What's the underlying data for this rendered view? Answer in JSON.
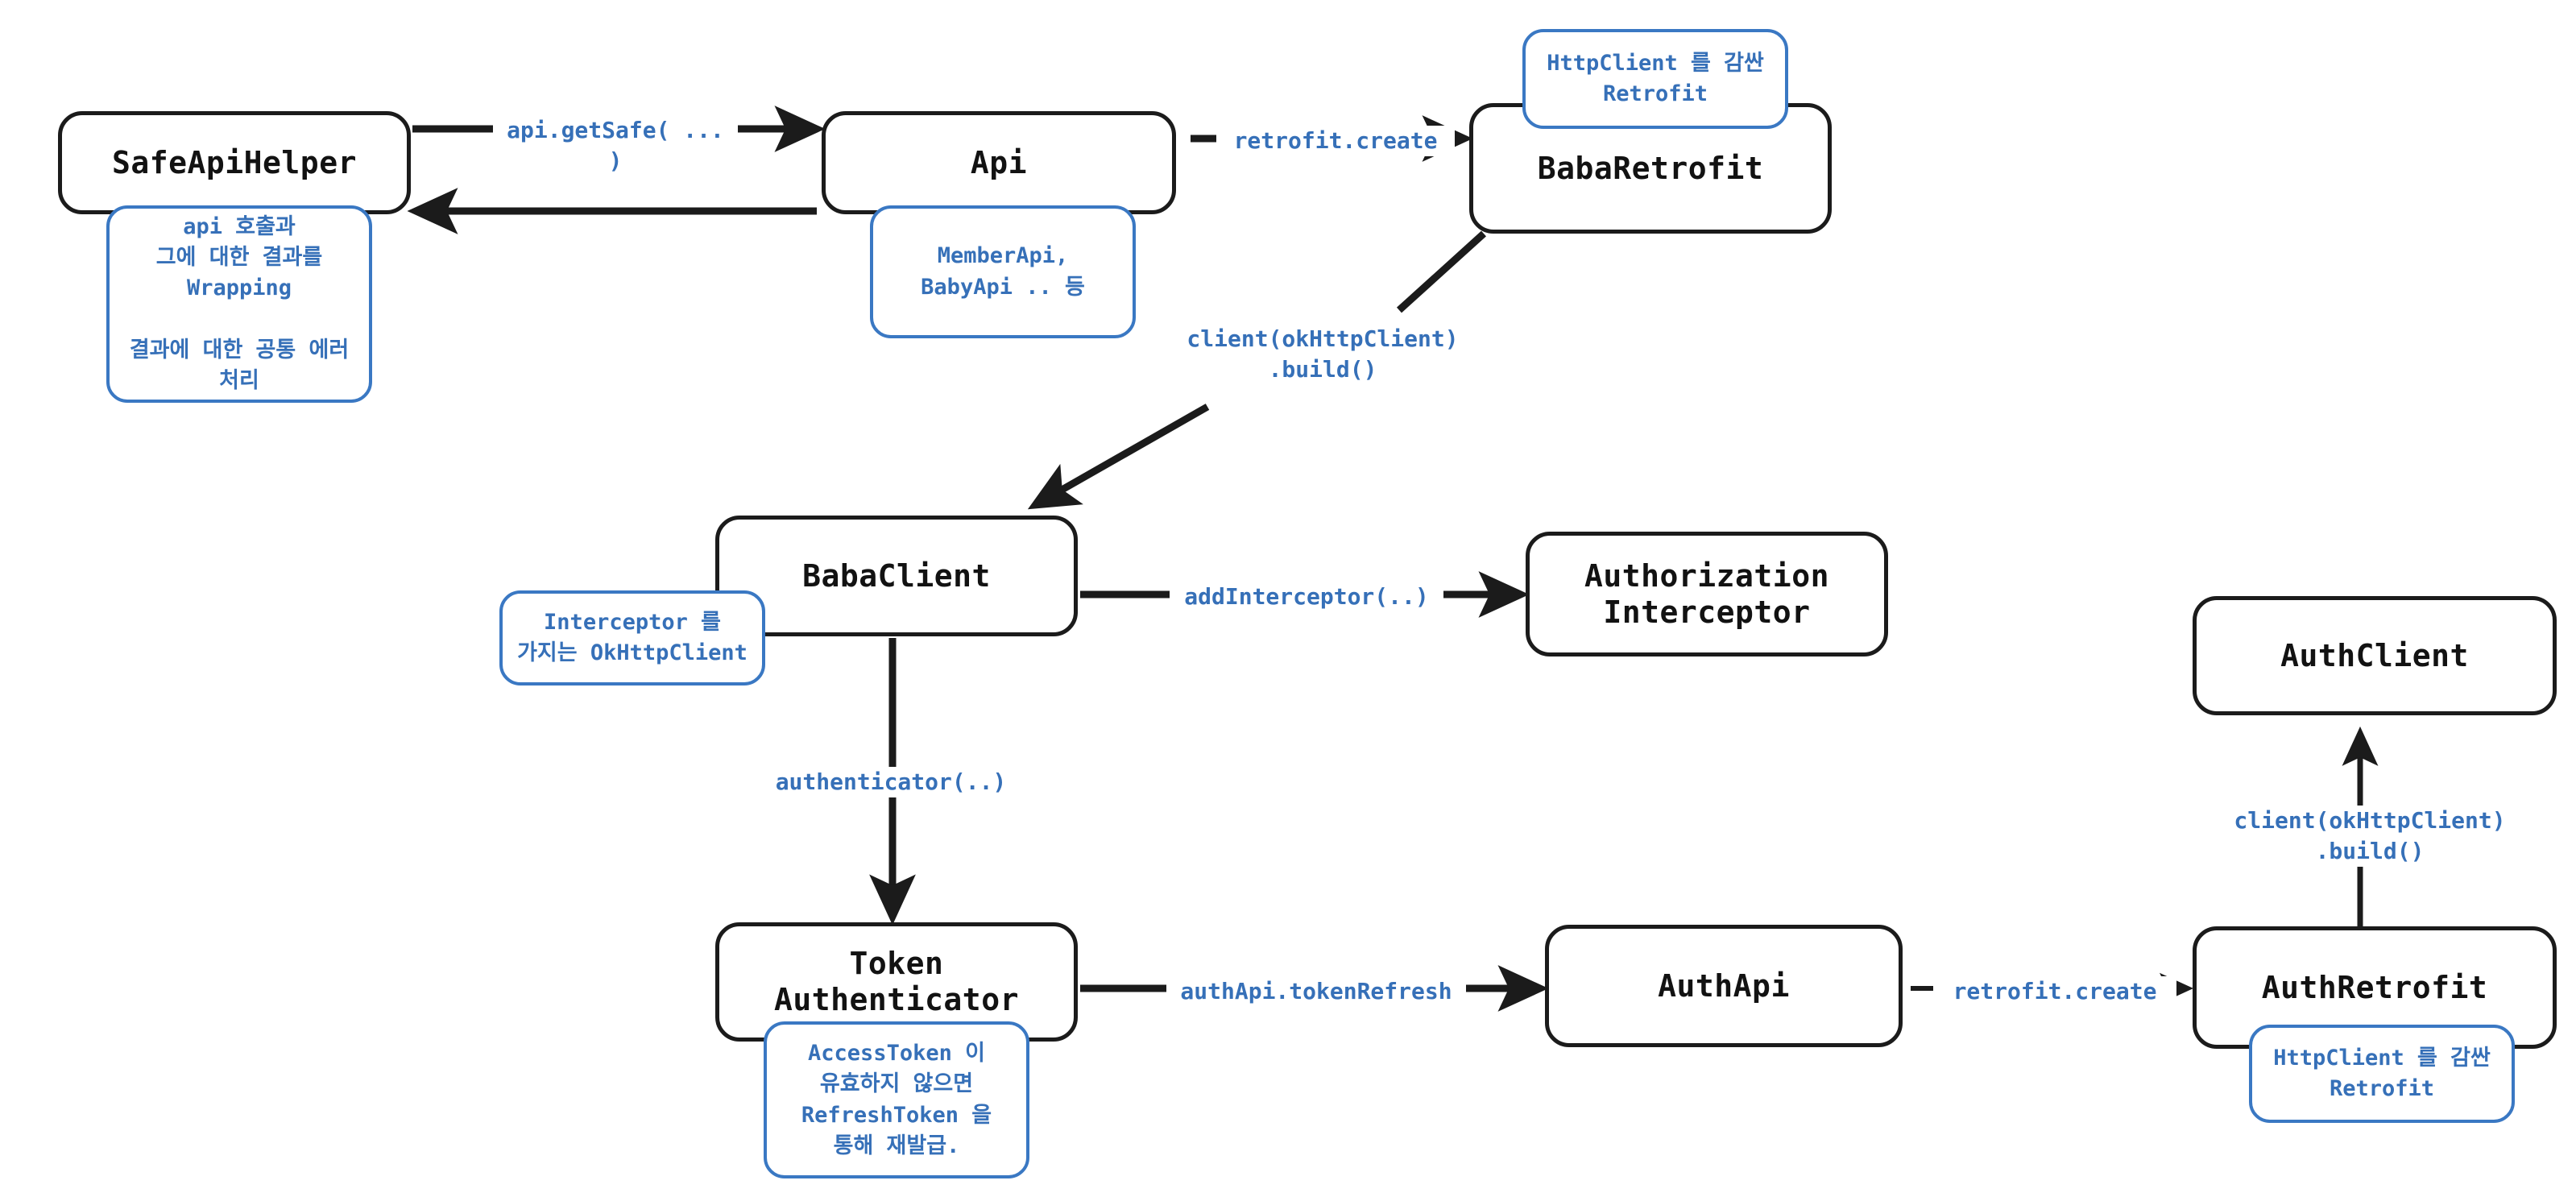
{
  "diagram": {
    "title": "Retrofit / OkHttp network layer architecture",
    "colors": {
      "node_border": "#1b1b1b",
      "node_text": "#121212",
      "accent_blue": "#3670b8",
      "note_border": "#3a78c3",
      "background": "#ffffff",
      "edge": "#1b1b1b"
    },
    "nodes": [
      {
        "id": "safeApiHelper",
        "label": "SafeApiHelper"
      },
      {
        "id": "api",
        "label": "Api"
      },
      {
        "id": "babaRetrofit",
        "label": "BabaRetrofit"
      },
      {
        "id": "babaClient",
        "label": "BabaClient"
      },
      {
        "id": "authorizationInterceptor",
        "label": "Authorization\nInterceptor"
      },
      {
        "id": "tokenAuthenticator",
        "label": "Token\nAuthenticator"
      },
      {
        "id": "authApi",
        "label": "AuthApi"
      },
      {
        "id": "authRetrofit",
        "label": "AuthRetrofit"
      },
      {
        "id": "authClient",
        "label": "AuthClient"
      }
    ],
    "notes": [
      {
        "id": "noteSafeApiHelper",
        "text": "api 호출과\n그에 대한 결과를\nWrapping\n\n결과에 대한 공통 에러\n처리"
      },
      {
        "id": "noteApi",
        "text": "MemberApi,\nBabyApi .. 등"
      },
      {
        "id": "noteBabaRetrofit",
        "text": "HttpClient 를 감싼\nRetrofit"
      },
      {
        "id": "noteBabaClient",
        "text": "Interceptor 를\n가지는 OkHttpClient"
      },
      {
        "id": "noteTokenAuthenticator",
        "text": "AccessToken 이\n유효하지 않으면\nRefreshToken 을\n통해 재발급."
      },
      {
        "id": "noteAuthRetrofit",
        "text": "HttpClient 를 감싼\nRetrofit"
      }
    ],
    "edges": [
      {
        "id": "edgeGetSafe",
        "from": "safeApiHelper",
        "to": "api",
        "label": "api.getSafe( ... )"
      },
      {
        "id": "edgeReturn",
        "from": "api",
        "to": "safeApiHelper",
        "label": ""
      },
      {
        "id": "edgeRetrofitCreate",
        "from": "api",
        "to": "babaRetrofit",
        "label": "retrofit.create"
      },
      {
        "id": "edgeBuildBaba",
        "from": "babaRetrofit",
        "to": "babaClient",
        "label": "client(okHttpClient)\n.build()"
      },
      {
        "id": "edgeAddInterceptor",
        "from": "babaClient",
        "to": "authorizationInterceptor",
        "label": "addInterceptor(..)"
      },
      {
        "id": "edgeAuthenticator",
        "from": "babaClient",
        "to": "tokenAuthenticator",
        "label": "authenticator(..)"
      },
      {
        "id": "edgeTokenRefresh",
        "from": "tokenAuthenticator",
        "to": "authApi",
        "label": "authApi.tokenRefresh"
      },
      {
        "id": "edgeRetrofitCreate2",
        "from": "authApi",
        "to": "authRetrofit",
        "label": "retrofit.create"
      },
      {
        "id": "edgeBuildAuth",
        "from": "authRetrofit",
        "to": "authClient",
        "label": "client(okHttpClient)\n.build()"
      }
    ]
  }
}
